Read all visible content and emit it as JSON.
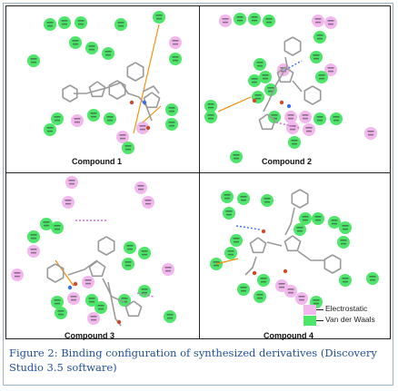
{
  "colors": {
    "electrostatic": "#f2b8ee",
    "van_der_waals": "#4ee66a",
    "caption": "#1f4f9a",
    "border": "#9ab3c9",
    "hbond": "#3a6ef0",
    "pi": "#f28c00",
    "pi_cation": "#d06bd6"
  },
  "panels": [
    {
      "id": "compound-1",
      "label": "Compound 1"
    },
    {
      "id": "compound-2",
      "label": "Compound 2"
    },
    {
      "id": "compound-3",
      "label": "Compound 3"
    },
    {
      "id": "compound-4",
      "label": "Compound 4"
    }
  ],
  "legend": {
    "electrostatic": "Electrostatic",
    "van_der_waals": "Van der Waals"
  },
  "caption": "Figure 2: Binding configuration of synthesized derivatives (Discovery Studio 3.5 software)",
  "icons": {
    "residue": "residue-disc-icon",
    "molecule": "ligand-structure-icon"
  }
}
